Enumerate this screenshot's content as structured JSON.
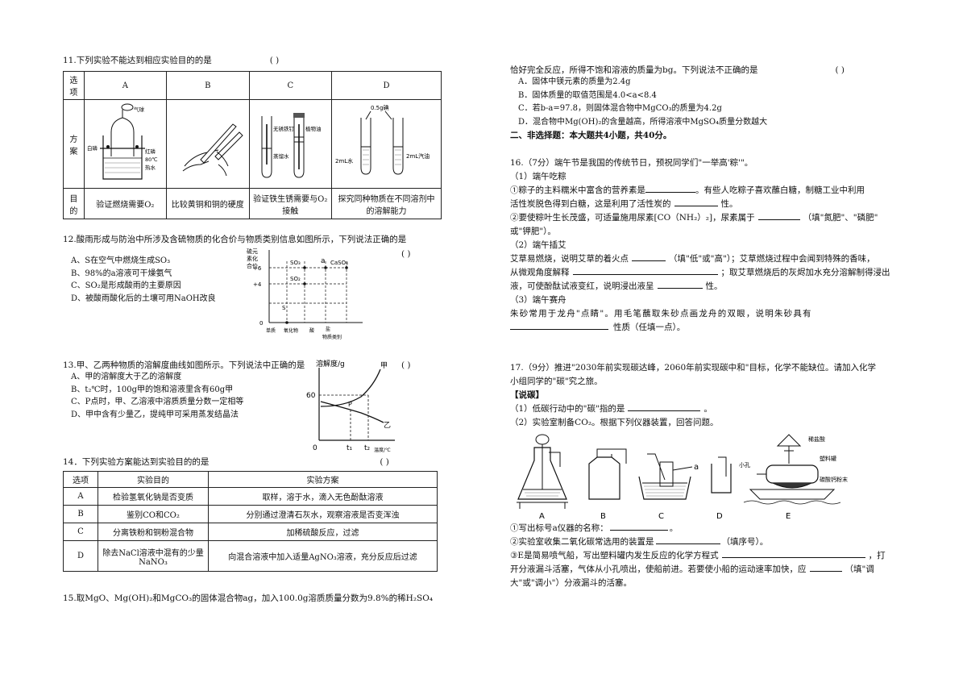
{
  "q11": {
    "stem": "11.下列实验不能达到相应实验目的的是",
    "paren": "(      )",
    "headers": [
      "选项",
      "A",
      "B",
      "C",
      "D"
    ],
    "row_plan_label": "方案",
    "row_goal_label": "目的",
    "goals": [
      "验证燃烧需要O₂",
      "比较黄铜和铜的硬度",
      "验证铁生锈需要与O₂接触",
      "探究同种物质在不同溶剂中的溶解能力"
    ],
    "labels_a": [
      "气球",
      "白磷",
      "红磷",
      "80℃",
      "热水"
    ],
    "labels_c": [
      "无锈铁钉",
      "植物油",
      "蒸馏水"
    ],
    "labels_d": [
      "0.5g碘",
      "2mL水",
      "2mL汽油"
    ]
  },
  "q12": {
    "stem": "12.酸雨形成与防治中所涉及含硫物质的化合价与物质类别信息如图所示，下列说法正确的是",
    "paren": "(      )",
    "options": [
      "A、S在空气中燃烧生成SO₃",
      "B、98%的a溶液可干燥氨气",
      "C、SO₂是形成酸雨的主要原因",
      "D、被酸雨酸化后的土壤可用NaOH改良"
    ],
    "chart_ylabel": [
      "硫元",
      "素化",
      "合价"
    ],
    "chart_yticks": [
      "+6",
      "+4",
      "0"
    ],
    "chart_xticks": [
      "单质",
      "氧化物",
      "酸",
      "盐"
    ],
    "chart_xlabel": "物质类别",
    "chart_points": [
      "SO₃",
      "a",
      "CaSO₄",
      "SO₂",
      "S"
    ]
  },
  "q13": {
    "stem": "13.甲、乙两种物质的溶解度曲线如图所示。下列说法中正确的是",
    "paren": "(      )",
    "options": [
      "A、甲的溶解度大于乙的溶解度",
      "B、t₂℃时，100g甲的饱和溶液里含有60g甲",
      "C、P点时，甲、乙溶液中溶质质量分数一定相等",
      "D、甲中含有少量乙，提纯甲可采用蒸发结晶法"
    ],
    "chart_ylabel": "溶解度/g",
    "chart_y60": "60",
    "chart_zero": "0",
    "chart_t1": "t₁",
    "chart_t2": "t₂",
    "chart_xlabel": "温度/℃",
    "chart_p": "P",
    "chart_jia": "甲",
    "chart_yi": "乙"
  },
  "q14": {
    "stem": "14．下列实验方案能达到实验目的的是",
    "paren": "(      )",
    "headers": [
      "选项",
      "实验目的",
      "实验方案"
    ],
    "rows": [
      [
        "A",
        "检验氢氧化钠是否变质",
        "取样，溶于水，滴入无色酚酞溶液"
      ],
      [
        "B",
        "鉴别CO和CO₂",
        "分别通过澄清石灰水，观察溶液是否变浑浊"
      ],
      [
        "C",
        "分离铁粉和铜粉混合物",
        "加稀硫酸反应，过滤"
      ],
      [
        "D",
        "除去NaCl溶液中混有的少量NaNO₃",
        "向混合溶液中加入适量AgNO₃溶液，充分反应后过滤"
      ]
    ]
  },
  "q15": {
    "stem1": "15.取MgO、Mg(OH)₂和MgCO₃的固体混合物ag，加入100.0g溶质质量分数为9.8%的稀H₂SO₄",
    "stem2": "恰好完全反应，所得不饱和溶液的质量为bg。下列说法不正确的是",
    "paren": "(      )",
    "options": [
      "A．固体中镁元素的质量为2.4g",
      "B．固体质量的取值范围是4.0<a<8.4",
      "C．若b-a=97.8，则固体混合物中MgCO₃的质量为4.2g",
      "D．混合物中Mg(OH)₂的含量越高，所得溶液中MgSO₄质量分数越大"
    ]
  },
  "section2": "二、非选择题：本大题共4小题，共40分。",
  "q16": {
    "intro": "16.（7分）端午节是我国的传统节日，预祝同学们\"一举高'粽'\"。",
    "sub1": "（1）端午吃粽",
    "l1a": "①粽子的主料糯米中富含的营养素是",
    "l1b": "。有些人吃粽子喜欢蘸白糖，制糖工业中利用",
    "l2a": "活性炭脱色得到白糖，这是利用了活性炭的",
    "l2b": "性。",
    "l3a": "②要使粽叶生长茂盛，可适量施用尿素[CO（NH₂）₂]，尿素属于",
    "l3b": "（填\"氮肥\"、\"磷肥\"",
    "l4": "或\"钾肥\"）。",
    "sub2": "（2）端午插艾",
    "l5a": "艾草易燃烧，说明艾草的着火点",
    "l5b": "（填\"低\"或\"高\"）；艾草燃烧过程中会闻到特殊的香味，",
    "l6a": "从微观角度解释",
    "l6b": "；取艾草燃烧后的灰烬加水充分溶解制得浸出",
    "l7a": "液，可使酚酞试液变红，说明浸出液呈",
    "l7b": "性。",
    "sub3": "（3）端午赛舟",
    "l8": "朱砂常用于龙舟\"点睛\"。用毛笔蘸取朱砂点画龙舟的双眼，说明朱砂具有",
    "l9b": "性质（任填一点）。"
  },
  "q17": {
    "l1": "17.（9分）推进\"2030年前实现碳达峰，2060年前实现碳中和\"目标，化学不能缺位。请加入化学",
    "l2": "小组同学的\"碳\"究之旅。",
    "sec": "【说碳】",
    "s1a": "（1）低碳行动中的\"碳\"指的是",
    "s1b": "。",
    "s2": "（2）实验室制备CO₂。根据下列仪器装置，回答问题。",
    "app_letters": [
      "A",
      "B",
      "C",
      "D",
      "E"
    ],
    "label_a": "a",
    "labels_e": [
      "稀盐酸",
      "塑料罐",
      "小孔",
      "碳酸钙粉末"
    ],
    "i1a": "①写出标号a仪器的名称：",
    "i1b": "。",
    "i2a": "②实验室收集二氧化碳常选用的装置是",
    "i2b": "（填序号）。",
    "i3a": "③E是简易喷气船，写出塑料罐内发生反应的化学方程式",
    "i3b": "，打",
    "i4": "开分液漏斗活塞，气体从小孔喷出，使船前进。若要使小船的运动速率加快，应",
    "i4b": "（填\"调",
    "i5": "大\"或\"调小\"）分液漏斗的活塞。"
  }
}
